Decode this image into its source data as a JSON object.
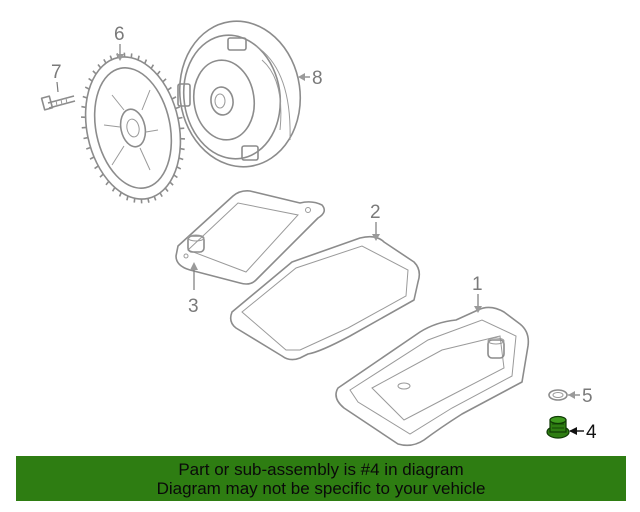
{
  "callouts": {
    "c1": "1",
    "c2": "2",
    "c3": "3",
    "c4": "4",
    "c5": "5",
    "c6": "6",
    "c7": "7",
    "c8": "8"
  },
  "highlight_part": "4",
  "colors": {
    "banner": "#2e7d12",
    "highlight_part": "#2e7d12",
    "line_art": "#8c8c8c"
  },
  "banner": {
    "line1": "Part or sub-assembly is #4 in diagram",
    "line2": "Diagram may not be specific to your vehicle"
  }
}
